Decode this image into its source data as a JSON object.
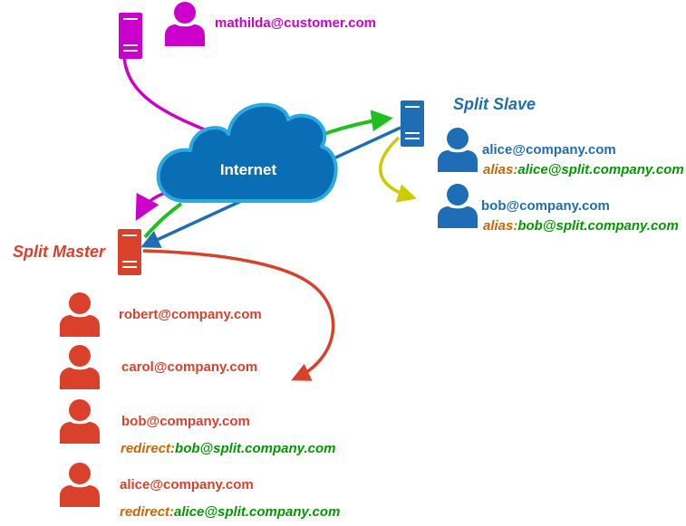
{
  "colors": {
    "customer": "#cc00cc",
    "slave": "#1f6db5",
    "master": "#d9412b",
    "cloud_fill": "#0a6eb5",
    "cloud_stroke": "#29abe2",
    "green": "#1fbf1f",
    "yellow": "#cccc00",
    "alias_prefix": "#cc6600",
    "alias_value": "#009900"
  },
  "icons": {
    "server": "server-icon",
    "user": "user-icon",
    "cloud": "cloud-icon"
  },
  "cloud": {
    "label": "Internet"
  },
  "customer": {
    "email": "mathilda@customer.com"
  },
  "slave": {
    "title": "Split Slave",
    "users": [
      {
        "email": "alice@company.com",
        "prefix": "alias:",
        "value": "alice@split.company.com"
      },
      {
        "email": "bob@company.com",
        "prefix": "alias:",
        "value": "bob@split.company.com"
      }
    ]
  },
  "master": {
    "title": "Split Master",
    "users": [
      {
        "email": "robert@company.com"
      },
      {
        "email": "carol@company.com"
      },
      {
        "email": "bob@company.com",
        "prefix": "redirect:",
        "value": "bob@split.company.com"
      },
      {
        "email": "alice@company.com",
        "prefix": "redirect:",
        "value": "alice@split.company.com"
      }
    ]
  }
}
